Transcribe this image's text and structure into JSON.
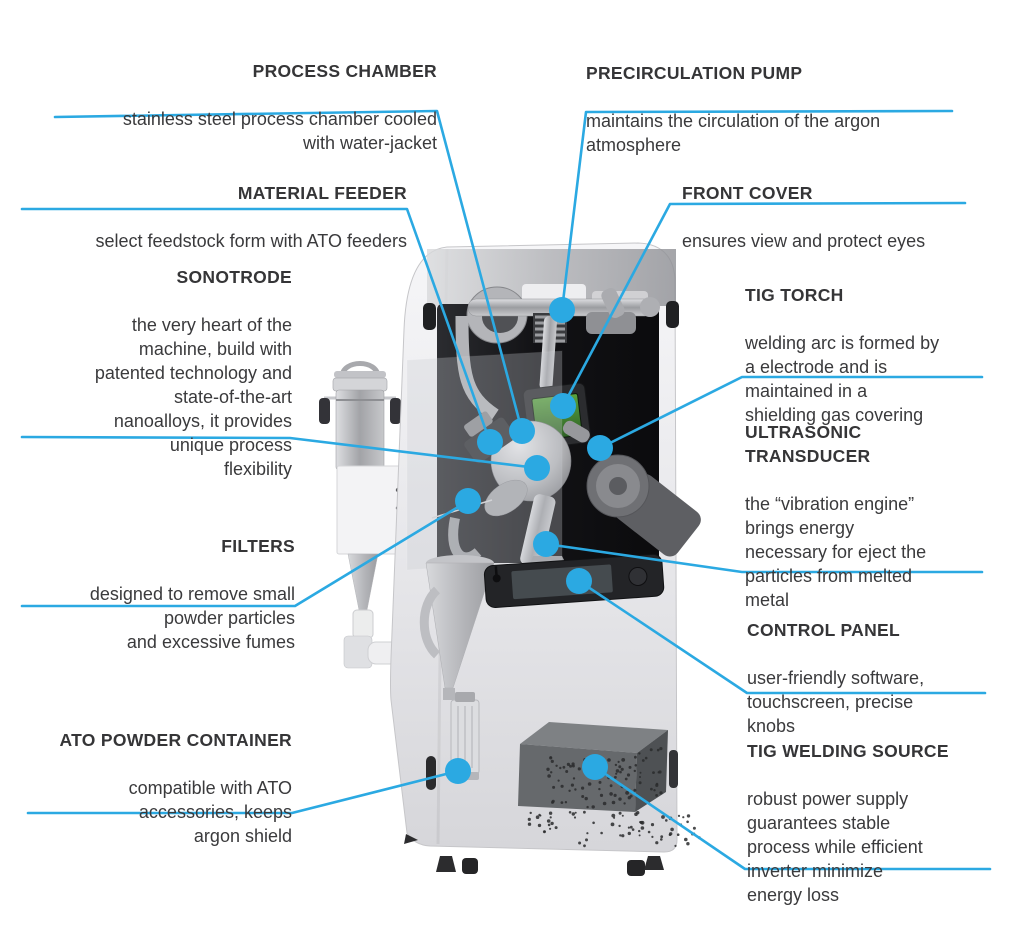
{
  "accent_color": "#2BA9E2",
  "text_color": "#3A3A3C",
  "callouts": [
    {
      "id": "process-chamber",
      "heading": "PROCESS CHAMBER",
      "body": "stainless steel process chamber cooled\nwith water-jacket"
    },
    {
      "id": "precirculation-pump",
      "heading": "PRECIRCULATION PUMP",
      "body": "maintains the circulation of the argon\natmosphere"
    },
    {
      "id": "material-feeder",
      "heading": "MATERIAL FEEDER",
      "body": "select feedstock form with ATO feeders"
    },
    {
      "id": "front-cover",
      "heading": "FRONT COVER",
      "body": "ensures view and protect eyes"
    },
    {
      "id": "sonotrode",
      "heading": "SONOTRODE",
      "body": "the very heart of the\nmachine, build with\npatented technology and\nstate-of-the-art\nnanoalloys, it provides\nunique process\nflexibility"
    },
    {
      "id": "tig-torch",
      "heading": "TIG TORCH",
      "body": "welding arc is formed by\na electrode and is\nmaintained in a\nshielding gas covering"
    },
    {
      "id": "ultrasonic-transducer",
      "heading": "ULTRASONIC\nTRANSDUCER",
      "body": "the “vibration engine”\nbrings energy\nnecessary for eject the\nparticles from melted\nmetal"
    },
    {
      "id": "filters",
      "heading": "FILTERS",
      "body": "designed to remove small\npowder particles\nand excessive fumes"
    },
    {
      "id": "control-panel",
      "heading": "CONTROL PANEL",
      "body": "user-friendly software,\ntouchscreen, precise\nknobs"
    },
    {
      "id": "ato-powder-container",
      "heading": "ATO POWDER CONTAINER",
      "body": "compatible with ATO\naccessories, keeps\nargon shield"
    },
    {
      "id": "tig-welding-source",
      "heading": "TIG WELDING SOURCE",
      "body": "robust power supply\nguarantees stable\nprocess while efficient\ninverter minimize\nenergy loss"
    }
  ]
}
